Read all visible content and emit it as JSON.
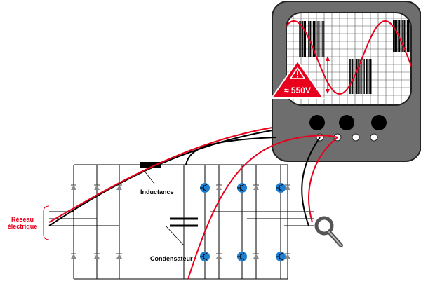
{
  "labels": {
    "network_line1": "Réseau",
    "network_line2": "électrique",
    "inductance": "Inductance",
    "capacitor": "Condensateur",
    "voltage": "≈ 550V"
  },
  "icons": {
    "warning": "warning-triangle-icon",
    "clamp": "current-clamp-icon"
  },
  "colors": {
    "probe_red": "#e8001c",
    "scope_body": "#6e6e6e",
    "screen_grid": "#444444",
    "transistor": "#1e7fd0",
    "component_grey": "#888888"
  }
}
